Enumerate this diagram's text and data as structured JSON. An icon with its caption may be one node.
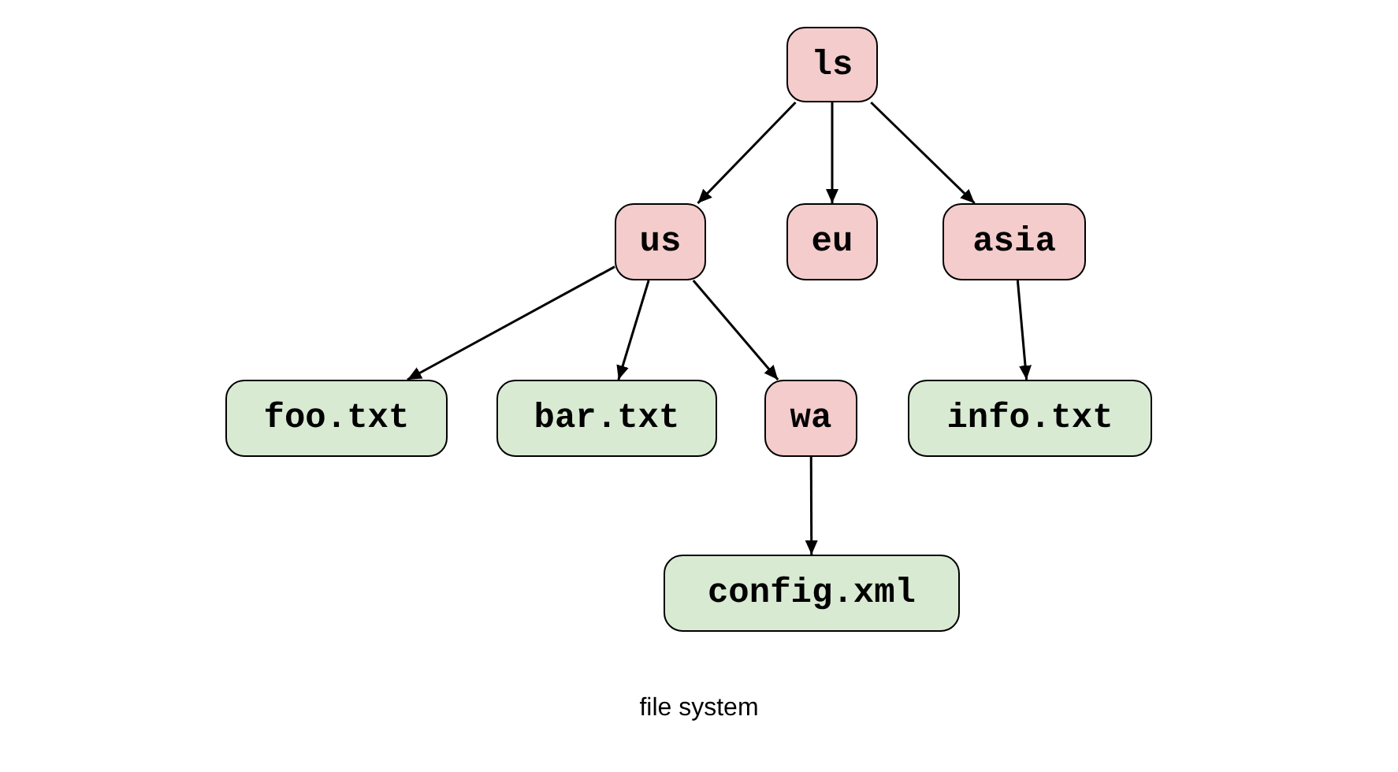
{
  "diagram": {
    "caption": "file system",
    "nodes": [
      {
        "text": [
          "ls"
        ]
      },
      {
        "text": [
          "us"
        ]
      },
      {
        "text": [
          "eu"
        ]
      },
      {
        "text": [
          "asia"
        ]
      },
      {
        "text": [
          "foo.txt"
        ]
      },
      {
        "text": [
          "bar.txt"
        ]
      },
      {
        "text": [
          "wa"
        ]
      },
      {
        "text": [
          "info.txt"
        ]
      },
      {
        "text": [
          "config.xml"
        ]
      }
    ],
    "edges": [
      {
        "from": 0,
        "to": 1,
        "arrow": "to"
      },
      {
        "from": 0,
        "to": 2,
        "arrow": "to"
      },
      {
        "from": 0,
        "to": 3,
        "arrow": "to"
      },
      {
        "from": 1,
        "to": 4,
        "arrow": "to"
      },
      {
        "from": 1,
        "to": 5,
        "arrow": "to"
      },
      {
        "from": 1,
        "to": 6,
        "arrow": "to"
      },
      {
        "from": 3,
        "to": 7,
        "arrow": "to"
      },
      {
        "from": 6,
        "to": 8,
        "arrow": "to"
      }
    ]
  }
}
